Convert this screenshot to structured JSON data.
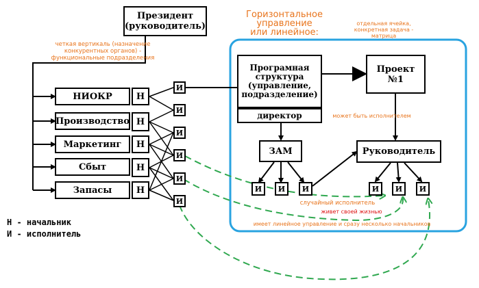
{
  "president": "Президент\n(руководитель)",
  "vertical_note": "четкая вертикаль (назначение\nконкурентных органов) -\nфункциональные подразделения",
  "horizontal_title": "Горизонтальное\nуправление\nили линейное:",
  "matrix_note": "отдельная ячейка,\nконкретная задача -\nматрица",
  "departments": [
    "НИОКР",
    "Производство",
    "Маркетинг",
    "Сбыт",
    "Запасы"
  ],
  "head_letter": "Н",
  "exec_letter": "И",
  "program": "Програмная\nструктура\n(управление,\nподразделение)",
  "director": "директор",
  "project": "Проект\n№1",
  "can_be_executor": "может быть исполнителем",
  "deputy": "ЗАМ",
  "manager": "Руководитель",
  "random_executor": "случайный исполнитель",
  "lives_own_life": "живет своей жизнью",
  "linear_note": "имеет линейное управление и сразу несколько начальников",
  "legend": {
    "head": "Н - начальник",
    "executor": "И  - исполнитель"
  },
  "colors": {
    "accent_orange": "#e8741c",
    "frame_blue": "#29a3e0",
    "dash_green": "#2fa84f",
    "note_red": "#dd1111"
  }
}
